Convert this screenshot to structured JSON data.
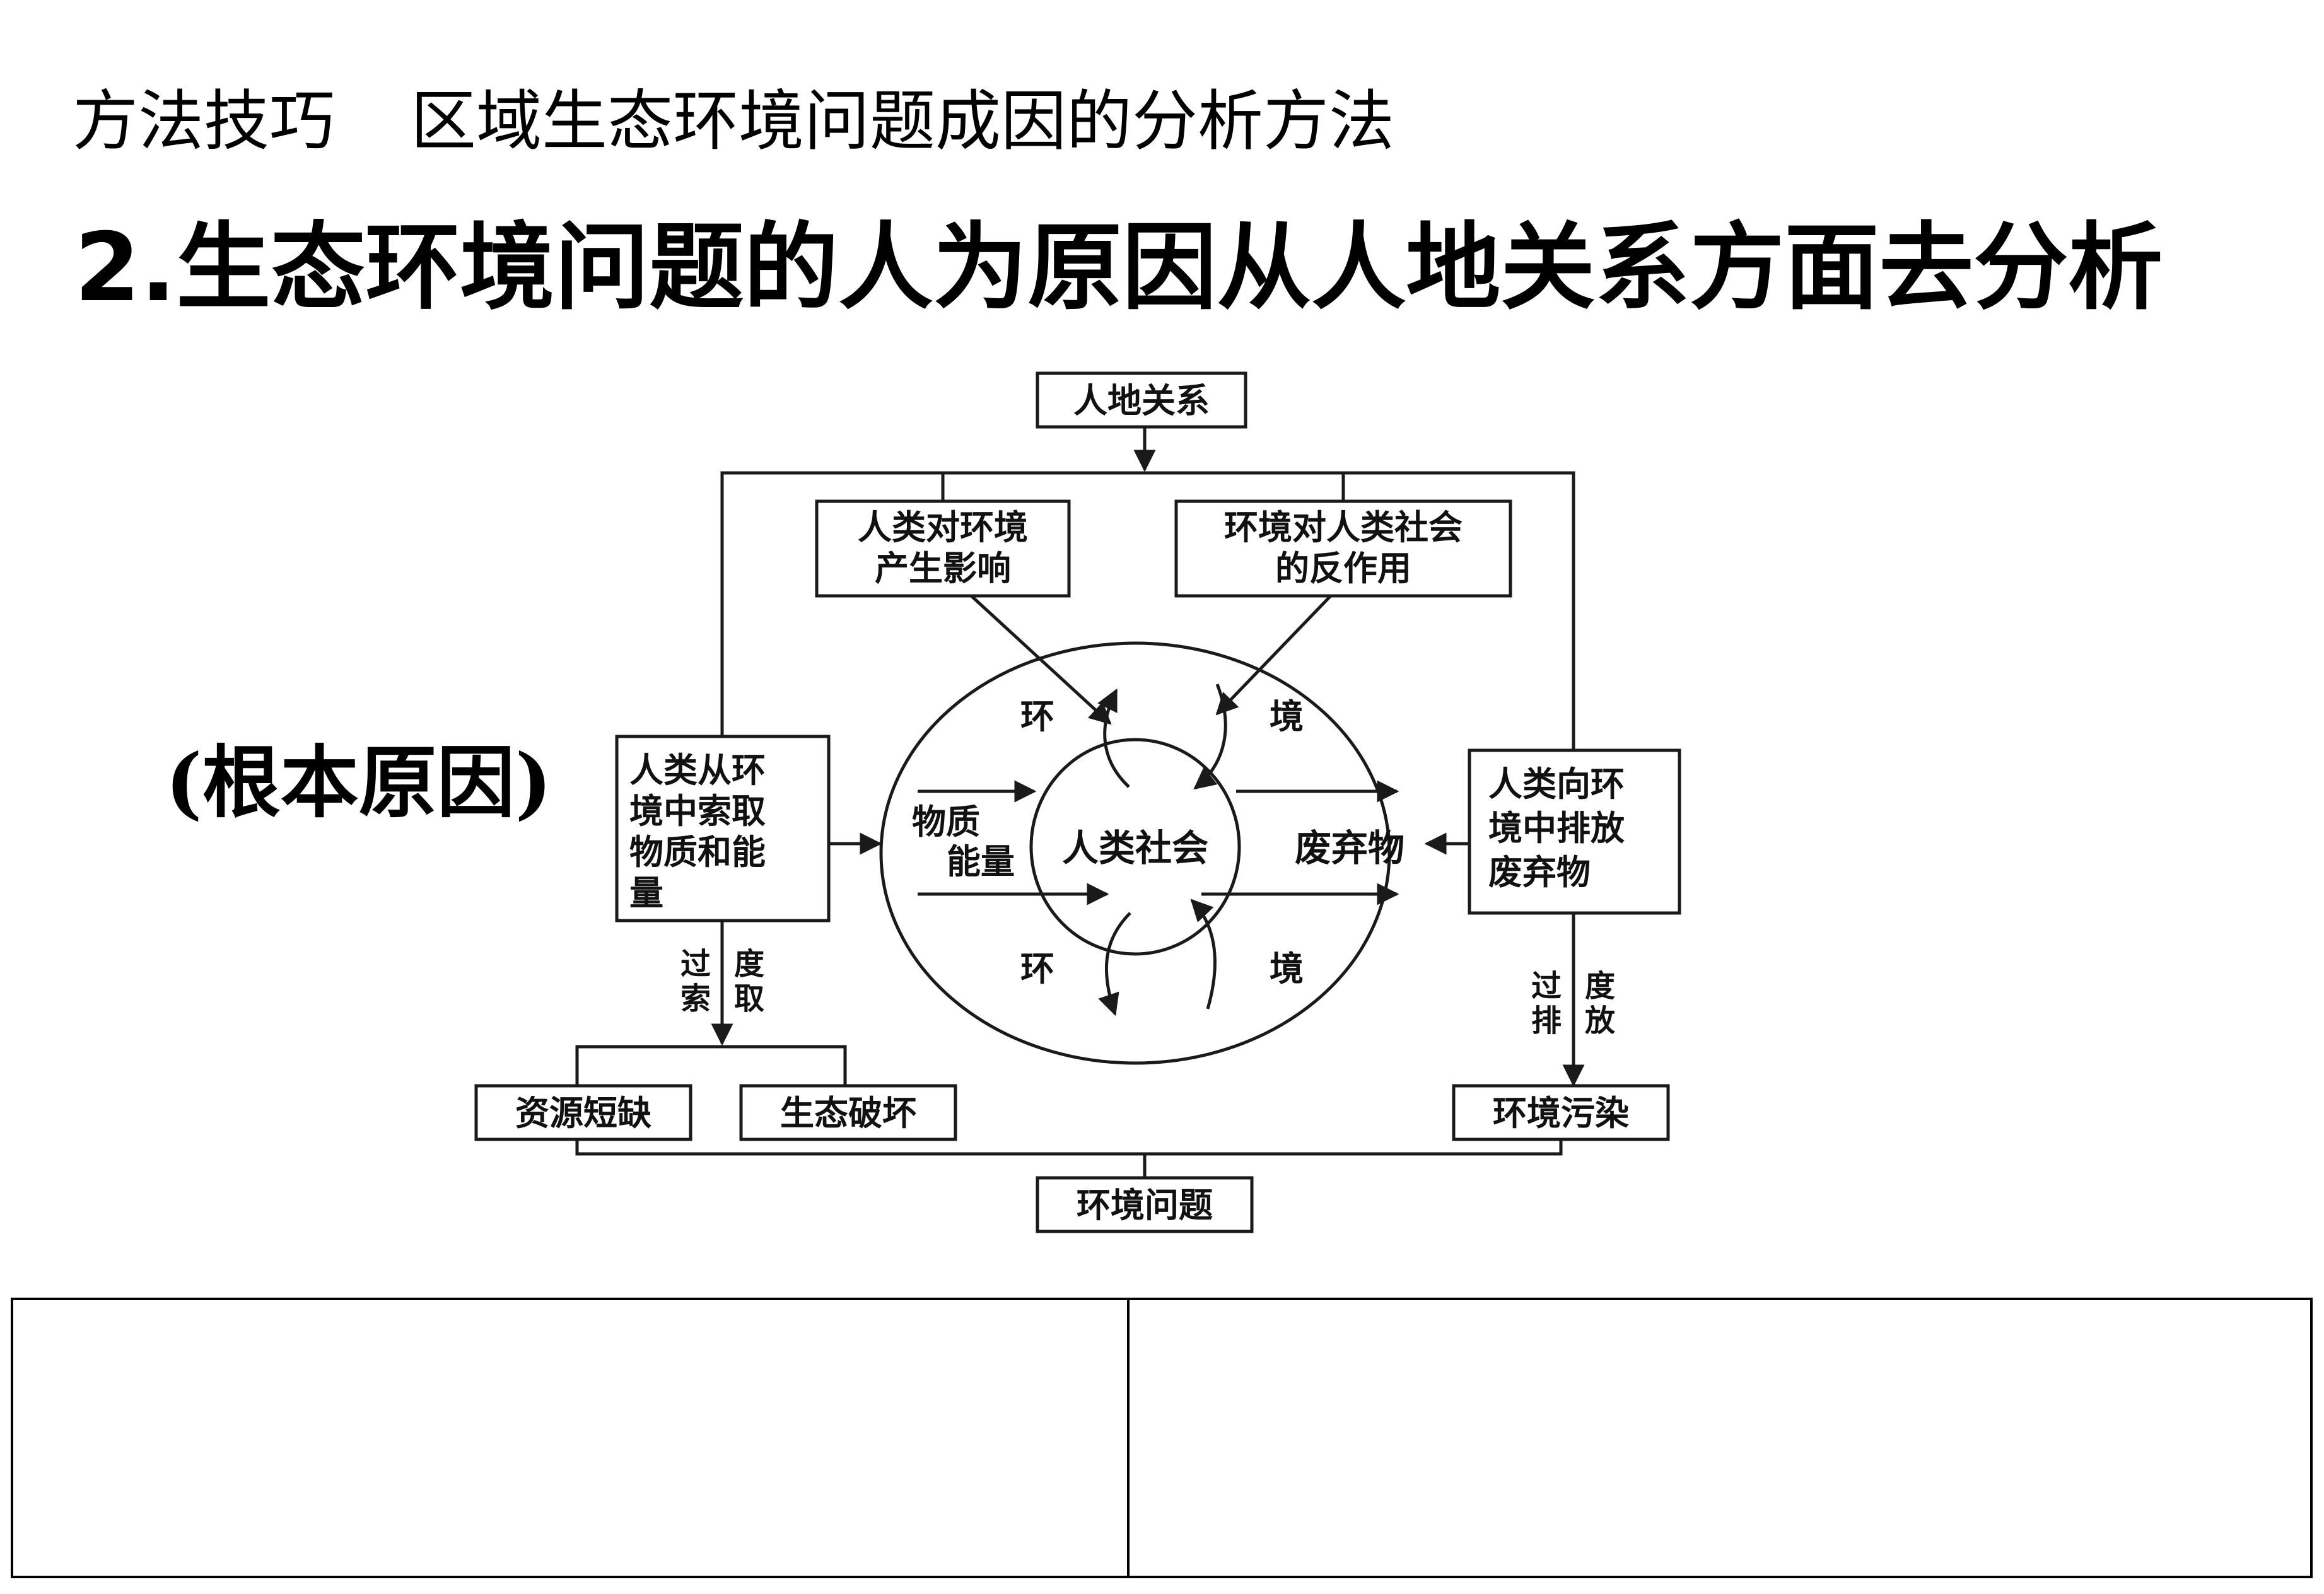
{
  "heading": {
    "part1": "方法技巧",
    "part2": "区域生态环境问题成因的分析方法"
  },
  "subtitle": "2.生态环境问题的人为原因从人地关系方面去分析",
  "note": "(根本原因)",
  "diagram": {
    "top_box": "人地关系",
    "impact_box": [
      "人类对环境",
      "产生影响"
    ],
    "reaction_box": [
      "环境对人类社会",
      "的反作用"
    ],
    "left_box": [
      "人类从环",
      "境中索取",
      "物质和能",
      "量"
    ],
    "right_box": [
      "人类向环",
      "境中排放",
      "废弃物"
    ],
    "center": "人类社会",
    "ring_label_env_1": "环",
    "ring_label_env_2": "境",
    "ring_label_env_3": "环",
    "ring_label_env_4": "境",
    "matter_label": [
      "物质",
      "能量"
    ],
    "waste_label": "废弃物",
    "over_extract": [
      "过",
      "索",
      "度",
      "取"
    ],
    "over_discharge": [
      "过",
      "排",
      "度",
      "放"
    ],
    "resource_box": "资源短缺",
    "eco_box": "生态破坏",
    "pollution_box": "环境污染",
    "problem_box": "环境问题"
  },
  "colors": {
    "line": "#1a1a1a",
    "box_border": "#1a1a1a",
    "text": "#111111"
  }
}
